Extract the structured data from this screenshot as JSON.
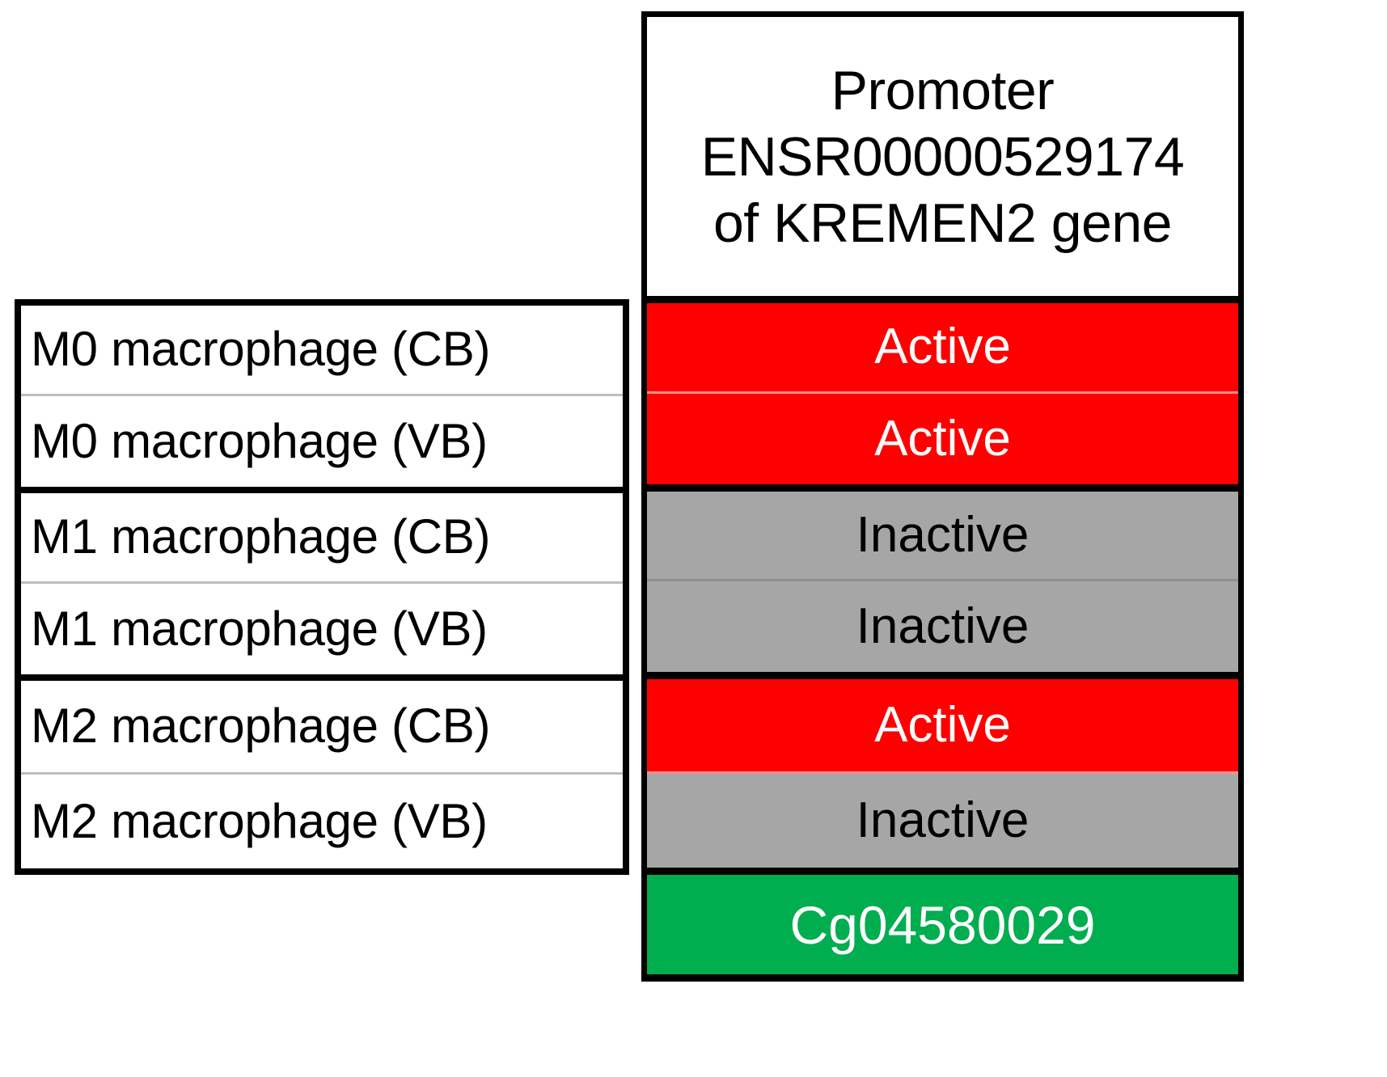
{
  "table": {
    "header": {
      "lines": [
        "Promoter",
        "ENSR00000529174",
        "of KREMEN2 gene"
      ],
      "full_text": "Promoter ENSR00000529174 of KREMEN2 gene"
    },
    "row_label_column_header": "",
    "groups": [
      {
        "name": "M0",
        "rows": [
          {
            "label": "M0 macrophage (CB)",
            "status": "Active"
          },
          {
            "label": "M0 macrophage (VB)",
            "status": "Active"
          }
        ]
      },
      {
        "name": "M1",
        "rows": [
          {
            "label": "M1 macrophage (CB)",
            "status": "Inactive"
          },
          {
            "label": "M1 macrophage (VB)",
            "status": "Inactive"
          }
        ]
      },
      {
        "name": "M2",
        "rows": [
          {
            "label": "M2 macrophage (CB)",
            "status": "Active"
          },
          {
            "label": "M2 macrophage (VB)",
            "status": "Inactive"
          }
        ]
      }
    ],
    "probe": {
      "label": "Cg04580029"
    }
  },
  "colors": {
    "active_bg": "#ff0000",
    "active_text": "#ffffff",
    "inactive_bg": "#a6a6a6",
    "inactive_text": "#000000",
    "probe_bg": "#00ad4f",
    "probe_text": "#ffffff",
    "border": "#000000",
    "hairline": "#bdbdbd",
    "page_bg": "#ffffff"
  }
}
